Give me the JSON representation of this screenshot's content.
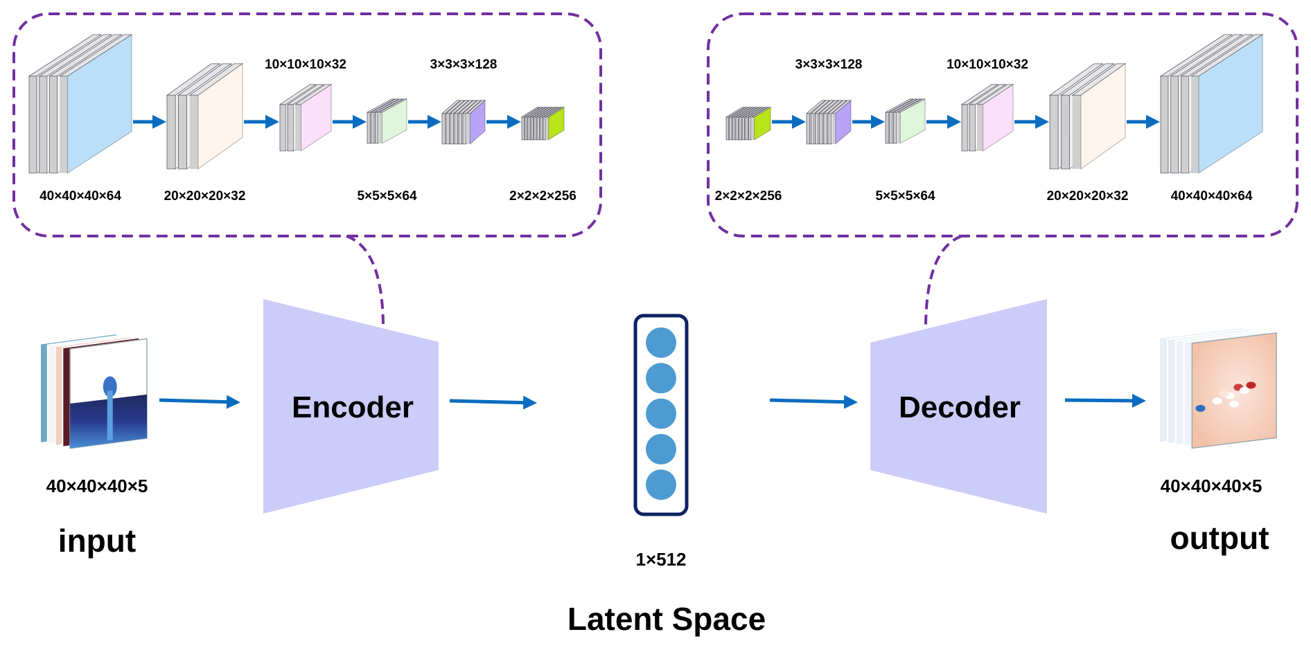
{
  "diagram": {
    "title": "Latent Space",
    "colors": {
      "arrow": "#0a6cc0",
      "panel_border": "#7030a0",
      "trapezoid_fill": "#ccccf8",
      "latent_border": "#0e2263",
      "latent_node": "#4d9bd2",
      "slab_side": "#cfcfcf",
      "slab_edge": "#5a5a6a"
    },
    "input": {
      "label": "input",
      "shape": "40×40×40×5",
      "slice_colors": [
        "#6aaac8",
        "#f4f4f4",
        "#f0cfc0",
        "#5a1a26",
        "#f2d5c8"
      ],
      "front_style": "plume-blue"
    },
    "encoder": {
      "label": "Encoder",
      "panel": {
        "layers": [
          {
            "shape": "40×40×40×64",
            "label_pos": "below",
            "face_color": "#bcdff9",
            "slices": 3
          },
          {
            "shape": "20×20×20×32",
            "label_pos": "below",
            "face_color": "#fff5ec",
            "slices": 2
          },
          {
            "shape": "10×10×10×32",
            "label_pos": "above",
            "face_color": "#fce0fa",
            "slices": 2
          },
          {
            "shape": "5×5×5×64",
            "label_pos": "below",
            "face_color": "#dff6dc",
            "slices": 3
          },
          {
            "shape": "3×3×3×128",
            "label_pos": "above",
            "face_color": "#b8a4f4",
            "slices": 6
          },
          {
            "shape": "2×2×2×256",
            "label_pos": "below",
            "face_color": "#b8e41c",
            "slices": 8
          }
        ]
      }
    },
    "latent": {
      "shape": "1×512",
      "title": "Latent Space",
      "node_count": 5
    },
    "decoder": {
      "label": "Decoder",
      "panel": {
        "layers": [
          {
            "shape": "2×2×2×256",
            "label_pos": "below",
            "face_color": "#b8e41c",
            "slices": 8
          },
          {
            "shape": "3×3×3×128",
            "label_pos": "above",
            "face_color": "#b8a4f4",
            "slices": 6
          },
          {
            "shape": "5×5×5×64",
            "label_pos": "below",
            "face_color": "#dff6dc",
            "slices": 3
          },
          {
            "shape": "10×10×10×32",
            "label_pos": "above",
            "face_color": "#fce0fa",
            "slices": 2
          },
          {
            "shape": "20×20×20×32",
            "label_pos": "below",
            "face_color": "#fff5ec",
            "slices": 2
          },
          {
            "shape": "40×40×40×64",
            "label_pos": "below",
            "face_color": "#bcdff9",
            "slices": 3
          }
        ]
      }
    },
    "output": {
      "label": "output",
      "shape": "40×40×40×5",
      "slice_colors": [
        "#e6eef6",
        "#e8eef4",
        "#eef2f6",
        "#eef2f6",
        "#f3c8b2"
      ],
      "front_style": "residual-red-blue"
    }
  }
}
